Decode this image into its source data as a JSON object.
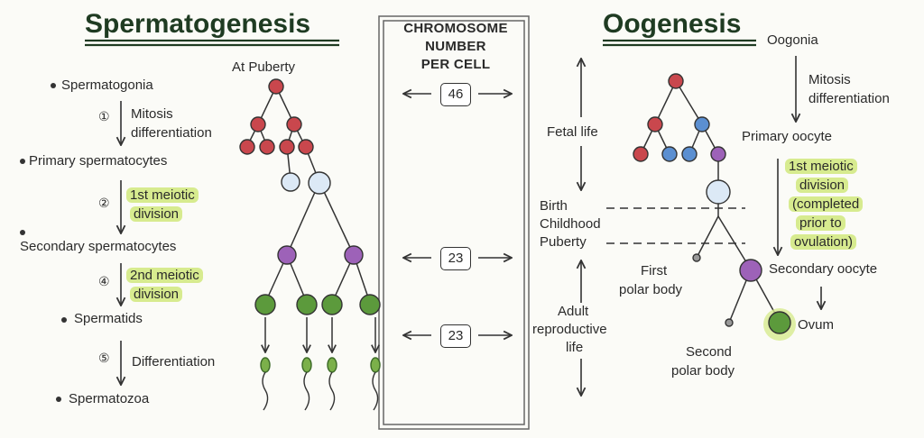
{
  "spermatogenesis": {
    "title": "Spermatogenesis",
    "at_puberty": "At Puberty",
    "stages": [
      "Spermatogonia",
      "Primary spermatocytes",
      "Secondary spermatocytes",
      "Spermatids",
      "Spermatozoa"
    ],
    "steps": [
      {
        "num": "①",
        "line1": "Mitosis",
        "line2": "differentiation"
      },
      {
        "num": "②",
        "line1": "1st meiotic",
        "line2": "division"
      },
      {
        "num": "④",
        "line1": "2nd meiotic",
        "line2": "division"
      },
      {
        "num": "⑤",
        "line1": "Differentiation",
        "line2": ""
      }
    ]
  },
  "center": {
    "header": [
      "CHROMOSOME",
      "NUMBER",
      "PER CELL"
    ],
    "counts": [
      "46",
      "23",
      "23"
    ]
  },
  "oogenesis": {
    "title": "Oogenesis",
    "oogonia": "Oogonia",
    "mitosis": [
      "Mitosis",
      "differentiation"
    ],
    "primary_oocyte": "Primary oocyte",
    "meiotic": [
      "1st meiotic",
      "division",
      "(completed",
      "prior to",
      "ovulation)"
    ],
    "secondary_oocyte": "Secondary oocyte",
    "ovum": "Ovum",
    "first_polar": [
      "First",
      "polar body"
    ],
    "second_polar": [
      "Second",
      "polar body"
    ],
    "timeline": {
      "fetal": "Fetal life",
      "birth": "Birth",
      "childhood": "Childhood",
      "puberty": "Puberty",
      "adult": [
        "Adult",
        "reproductive",
        "life"
      ]
    }
  },
  "colors": {
    "red": "#c9474d",
    "blue": "#5b8fd1",
    "pale_blue": "#dce9f6",
    "purple": "#9d62b8",
    "green": "#5c9a3c",
    "highlight": "#d7eb8f"
  }
}
